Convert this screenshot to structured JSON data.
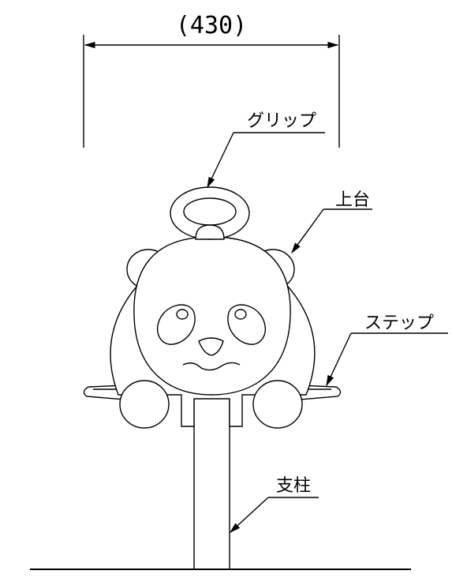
{
  "dimension": {
    "width_label": "(430)"
  },
  "labels": {
    "grip": "グリップ",
    "top_seat": "上台",
    "step": "ステップ",
    "post": "支柱"
  }
}
